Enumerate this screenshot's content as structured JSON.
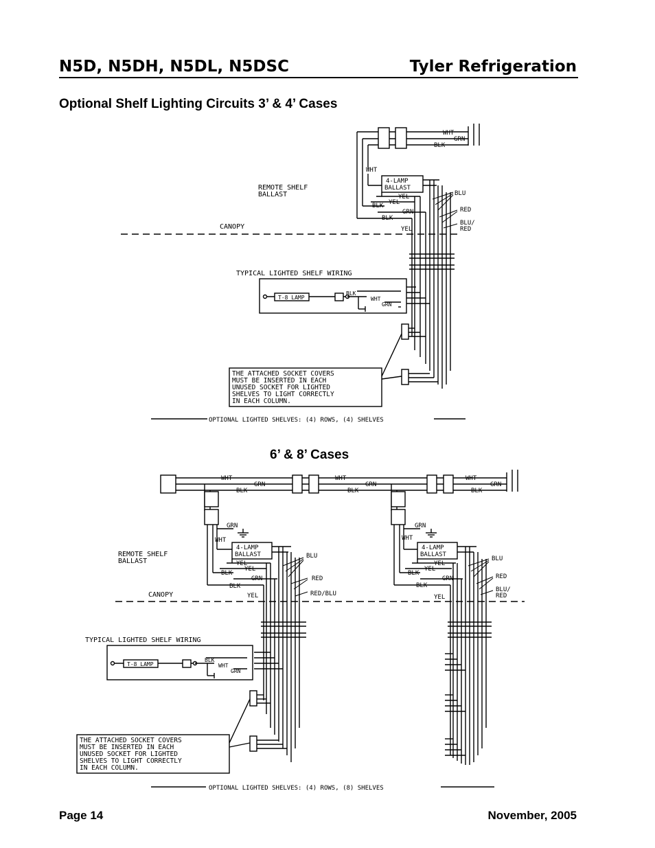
{
  "header": {
    "models": "N5D, N5DH, N5DL, N5DSC",
    "company": "Tyler Refrigeration"
  },
  "section1": {
    "title": "Optional Shelf Lighting Circuits  3’ & 4’ Cases",
    "remote_ballast": [
      "REMOTE SHELF",
      "BALLAST"
    ],
    "canopy": "CANOPY",
    "typical": "TYPICAL LIGHTED SHELF WIRING",
    "lamp": "T-8 LAMP",
    "ballast": [
      "4-LAMP",
      "BALLAST"
    ],
    "note": [
      "THE ATTACHED SOCKET COVERS",
      "MUST BE INSERTED IN EACH",
      "UNUSED SOCKET FOR LIGHTED",
      "SHELVES TO LIGHT CORRECTLY",
      "IN EACH COLUMN."
    ],
    "caption": "OPTIONAL LIGHTED SHELVES: (4) ROWS, (4) SHELVES"
  },
  "section2": {
    "title": "6’ & 8’ Cases",
    "remote_ballast": [
      "REMOTE SHELF",
      "BALLAST"
    ],
    "canopy": "CANOPY",
    "typical": "TYPICAL LIGHTED SHELF WIRING",
    "lamp": "T-8 LAMP",
    "ballast": [
      "4-LAMP",
      "BALLAST"
    ],
    "note": [
      "THE ATTACHED SOCKET COVERS",
      "MUST BE INSERTED IN EACH",
      "UNUSED SOCKET FOR LIGHTED",
      "SHELVES TO LIGHT CORRECTLY",
      "IN EACH COLUMN."
    ],
    "caption": "OPTIONAL LIGHTED SHELVES: (4) ROWS, (8) SHELVES"
  },
  "wires": {
    "wht": "WHT",
    "grn": "GRN",
    "blk": "BLK",
    "yel": "YEL",
    "blu": "BLU",
    "red": "RED",
    "blu_red": "BLU/",
    "red_line2": "RED",
    "red_blu": "RED/BLU"
  },
  "footer": {
    "page": "Page 14",
    "date": "November, 2005"
  }
}
